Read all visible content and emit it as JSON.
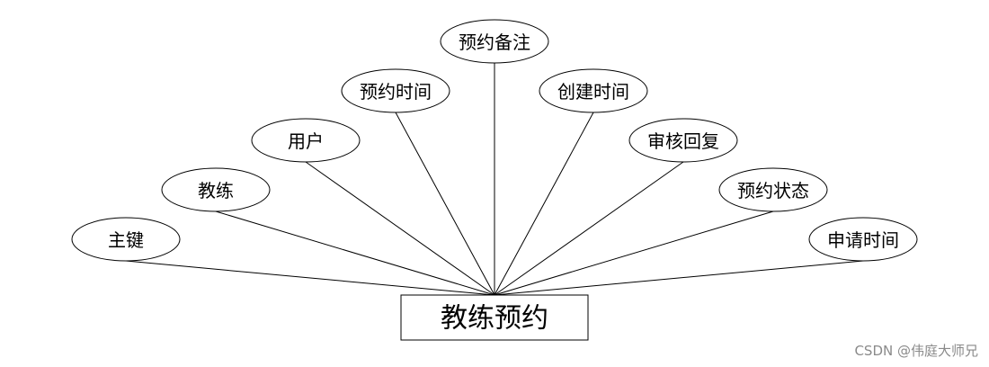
{
  "entity": {
    "label": "教练预约"
  },
  "attributes": [
    {
      "label": "主键"
    },
    {
      "label": "教练"
    },
    {
      "label": "用户"
    },
    {
      "label": "预约时间"
    },
    {
      "label": "预约备注"
    },
    {
      "label": "创建时间"
    },
    {
      "label": "审核回复"
    },
    {
      "label": "预约状态"
    },
    {
      "label": "申请时间"
    }
  ],
  "watermark": "CSDN @伟庭大师兄"
}
